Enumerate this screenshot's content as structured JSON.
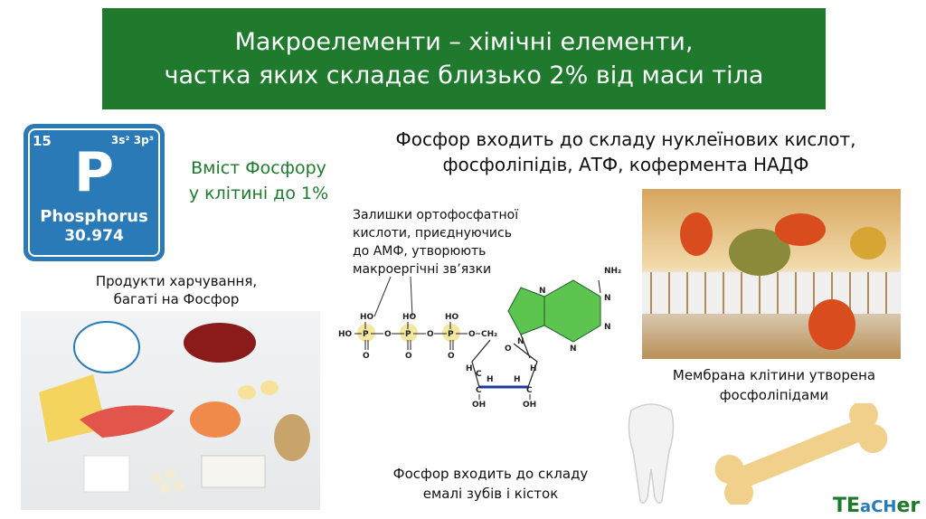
{
  "header": {
    "line1": "Макроелементи – хімічні елементи,",
    "line2": "частка яких складає близько 2% від маси тіла"
  },
  "element_card": {
    "number": "15",
    "config": "3s² 3p³",
    "symbol": "P",
    "name": "Phosphorus",
    "mass": "30.974"
  },
  "content_note": {
    "line1": "Вміст Фосфору",
    "line2": "у клітині до 1%"
  },
  "food_caption": {
    "line1": "Продукти харчування,",
    "line2": "багаті на Фосфор"
  },
  "main_title": {
    "line1": "Фосфор входить до складу нуклеїнових кислот,",
    "line2": "фосфоліпідів, АТФ, кофермента НАДФ"
  },
  "chem_caption": {
    "line1": "Залишки ортофосфатної",
    "line2": "кислоти, приєднуючись",
    "line3": "до АМФ, утворюють",
    "line4": "макроергічні зв’язки"
  },
  "atp_labels": {
    "ho": "HO",
    "p": "P",
    "o": "O",
    "ch2": "CH₂",
    "h": "H",
    "c": "C",
    "oh": "OH",
    "n": "N",
    "nh2": "NH₂"
  },
  "membrane_caption": {
    "line1": "Мембрана клітини утворена",
    "line2": "фосфоліпідами"
  },
  "bottom_caption": {
    "line1": "Фосфор входить до складу",
    "line2": "емалі зубів і кісток"
  },
  "logo": {
    "part1": "TE",
    "part2": "aCH",
    "part3": "er"
  },
  "icons": [
    "tooth-icon",
    "bone-icon",
    "food-photo",
    "membrane-illustration"
  ]
}
